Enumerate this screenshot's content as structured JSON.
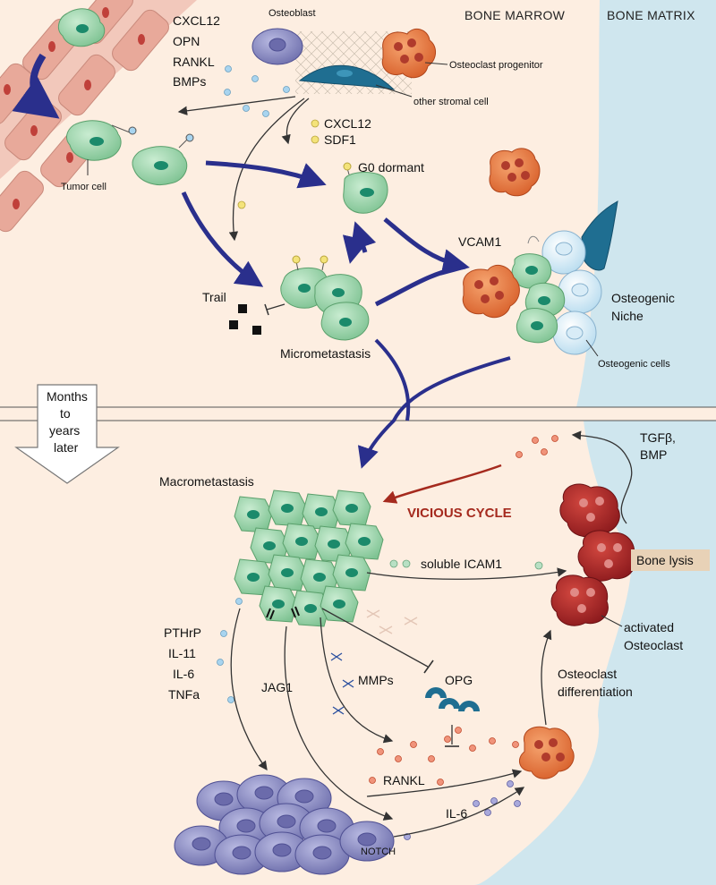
{
  "regions": {
    "bone_marrow": "BONE MARROW",
    "bone_matrix": "BONE MATRIX"
  },
  "top": {
    "factors": [
      "CXCL12",
      "OPN",
      "RANKL",
      "BMPs"
    ],
    "osteoblast": "Osteoblast",
    "osteoclast_progenitor": "Osteoclast progenitor",
    "other_stromal_cell": "other stromal cell",
    "cxcl12": "CXCL12",
    "sdf1": "SDF1",
    "tumor_cell": "Tumor cell",
    "g0_dormant": "G0 dormant",
    "trail": "Trail",
    "micrometastasis": "Micrometastasis",
    "vcam1": "VCAM1",
    "osteogenic": "Osteogenic",
    "niche": "Niche",
    "osteogenic_cells": "Osteogenic cells"
  },
  "transition": {
    "line1": "Months",
    "line2": "to",
    "line3": "years",
    "line4": "later"
  },
  "bottom": {
    "macrometastasis": "Macrometastasis",
    "vicious_cycle": "VICIOUS CYCLE",
    "tgfb": "TGFβ,",
    "bmp": "BMP",
    "soluble_icam1": "soluble ICAM1",
    "bone_lysis": "Bone lysis",
    "activated": "activated",
    "osteoclast": "Osteoclast",
    "osteoclast_diff_1": "Osteoclast",
    "osteoclast_diff_2": "differentiation",
    "cytokines": [
      "PTHrP",
      "IL-11",
      "IL-6",
      "TNFa"
    ],
    "jag1": "JAG1",
    "mmps": "MMPs",
    "opg": "OPG",
    "rankl": "RANKL",
    "il6": "IL-6",
    "notch": "NOTCH"
  },
  "colors": {
    "marrow": "#fdeee1",
    "matrix": "#cfe6ee",
    "vessel": "#e8b7a8",
    "tumor": "#8fcf9f",
    "tumor_nucleus": "#1b8a6b",
    "blue_arrow": "#2a2f8c",
    "osteoclast_red": "#a8262a",
    "osteoclast_orange": "#e0733a",
    "osteoblast_purple": "#8e8fc6",
    "vicious": "#a52a1e"
  }
}
